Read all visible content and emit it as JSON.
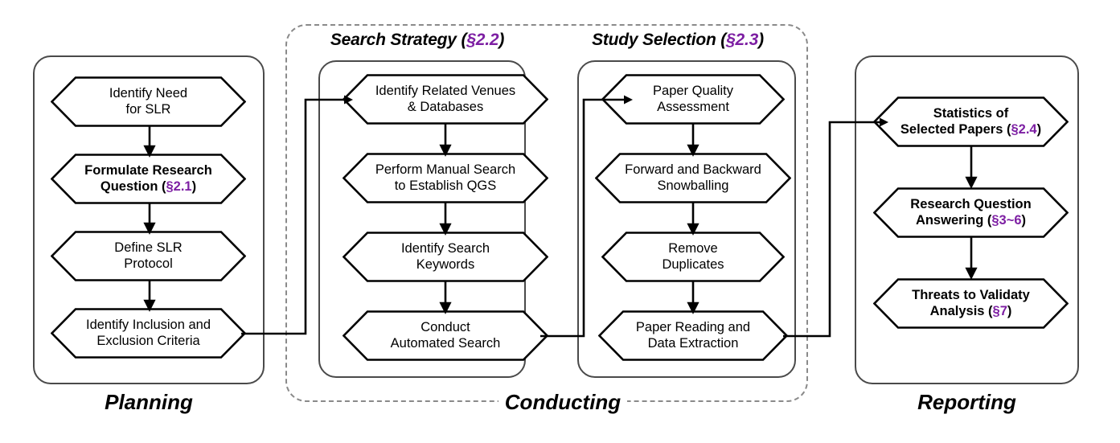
{
  "diagram": {
    "title": "SLR Process Flowchart",
    "accent_color": "#7d1fa3",
    "line_color": "#000000",
    "panel_color": "#4a4a4a",
    "dashed_color": "#8a8a8a"
  },
  "phases": [
    {
      "id": "planning",
      "label": "Planning"
    },
    {
      "id": "conducting",
      "label": "Conducting"
    },
    {
      "id": "reporting",
      "label": "Reporting"
    }
  ],
  "groups": [
    {
      "id": "search-strategy",
      "title": "Search Strategy",
      "section": "§2.2",
      "open_paren": "(",
      "close_paren": ")"
    },
    {
      "id": "study-selection",
      "title": "Study Selection",
      "section": "§2.3",
      "open_paren": "(",
      "close_paren": ")"
    }
  ],
  "columns": [
    {
      "id": "planning",
      "nodes": [
        {
          "id": "identify-need-for-slr",
          "bold": false,
          "line1": "Identify Need",
          "line2": "for SLR",
          "section": ""
        },
        {
          "id": "formulate-research-question",
          "bold": true,
          "line1": "Formulate Research",
          "line2": "Question (",
          "section": "§2.1",
          "line2_tail": ")"
        },
        {
          "id": "define-slr-protocol",
          "bold": false,
          "line1": "Define SLR",
          "line2": "Protocol",
          "section": ""
        },
        {
          "id": "identify-inclusion-exclusion-criteria",
          "bold": false,
          "line1": "Identify Inclusion and",
          "line2": "Exclusion Criteria",
          "section": ""
        }
      ]
    },
    {
      "id": "search-strategy",
      "nodes": [
        {
          "id": "identify-related-venues-databases",
          "bold": false,
          "line1": "Identify Related Venues",
          "line2": "& Databases",
          "section": ""
        },
        {
          "id": "perform-manual-search-qgs",
          "bold": false,
          "line1": "Perform Manual Search",
          "line2": "to Establish QGS",
          "section": ""
        },
        {
          "id": "identify-search-keywords",
          "bold": false,
          "line1": "Identify Search",
          "line2": "Keywords",
          "section": ""
        },
        {
          "id": "conduct-automated-search",
          "bold": false,
          "line1": "Conduct",
          "line2": "Automated Search",
          "section": ""
        }
      ]
    },
    {
      "id": "study-selection",
      "nodes": [
        {
          "id": "paper-quality-assessment",
          "bold": false,
          "line1": "Paper Quality",
          "line2": "Assessment",
          "section": ""
        },
        {
          "id": "forward-backward-snowballing",
          "bold": false,
          "line1": "Forward and Backward",
          "line2": "Snowballing",
          "section": ""
        },
        {
          "id": "remove-duplicates",
          "bold": false,
          "line1": "Remove",
          "line2": "Duplicates",
          "section": ""
        },
        {
          "id": "paper-reading-data-extraction",
          "bold": false,
          "line1": "Paper Reading and",
          "line2": "Data Extraction",
          "section": ""
        }
      ]
    },
    {
      "id": "reporting",
      "nodes": [
        {
          "id": "statistics-of-selected-papers",
          "bold": true,
          "line1": "Statistics of",
          "line2": "Selected Papers (",
          "section": "§2.4",
          "line2_tail": ")"
        },
        {
          "id": "research-question-answering",
          "bold": true,
          "line1": "Research Question",
          "line2": "Answering (",
          "section": "§3~6",
          "line2_tail": ")"
        },
        {
          "id": "threats-to-validity-analysis",
          "bold": true,
          "line1": "Threats to Validaty",
          "line2": "Analysis (",
          "section": "§7",
          "line2_tail": ")"
        }
      ]
    }
  ]
}
